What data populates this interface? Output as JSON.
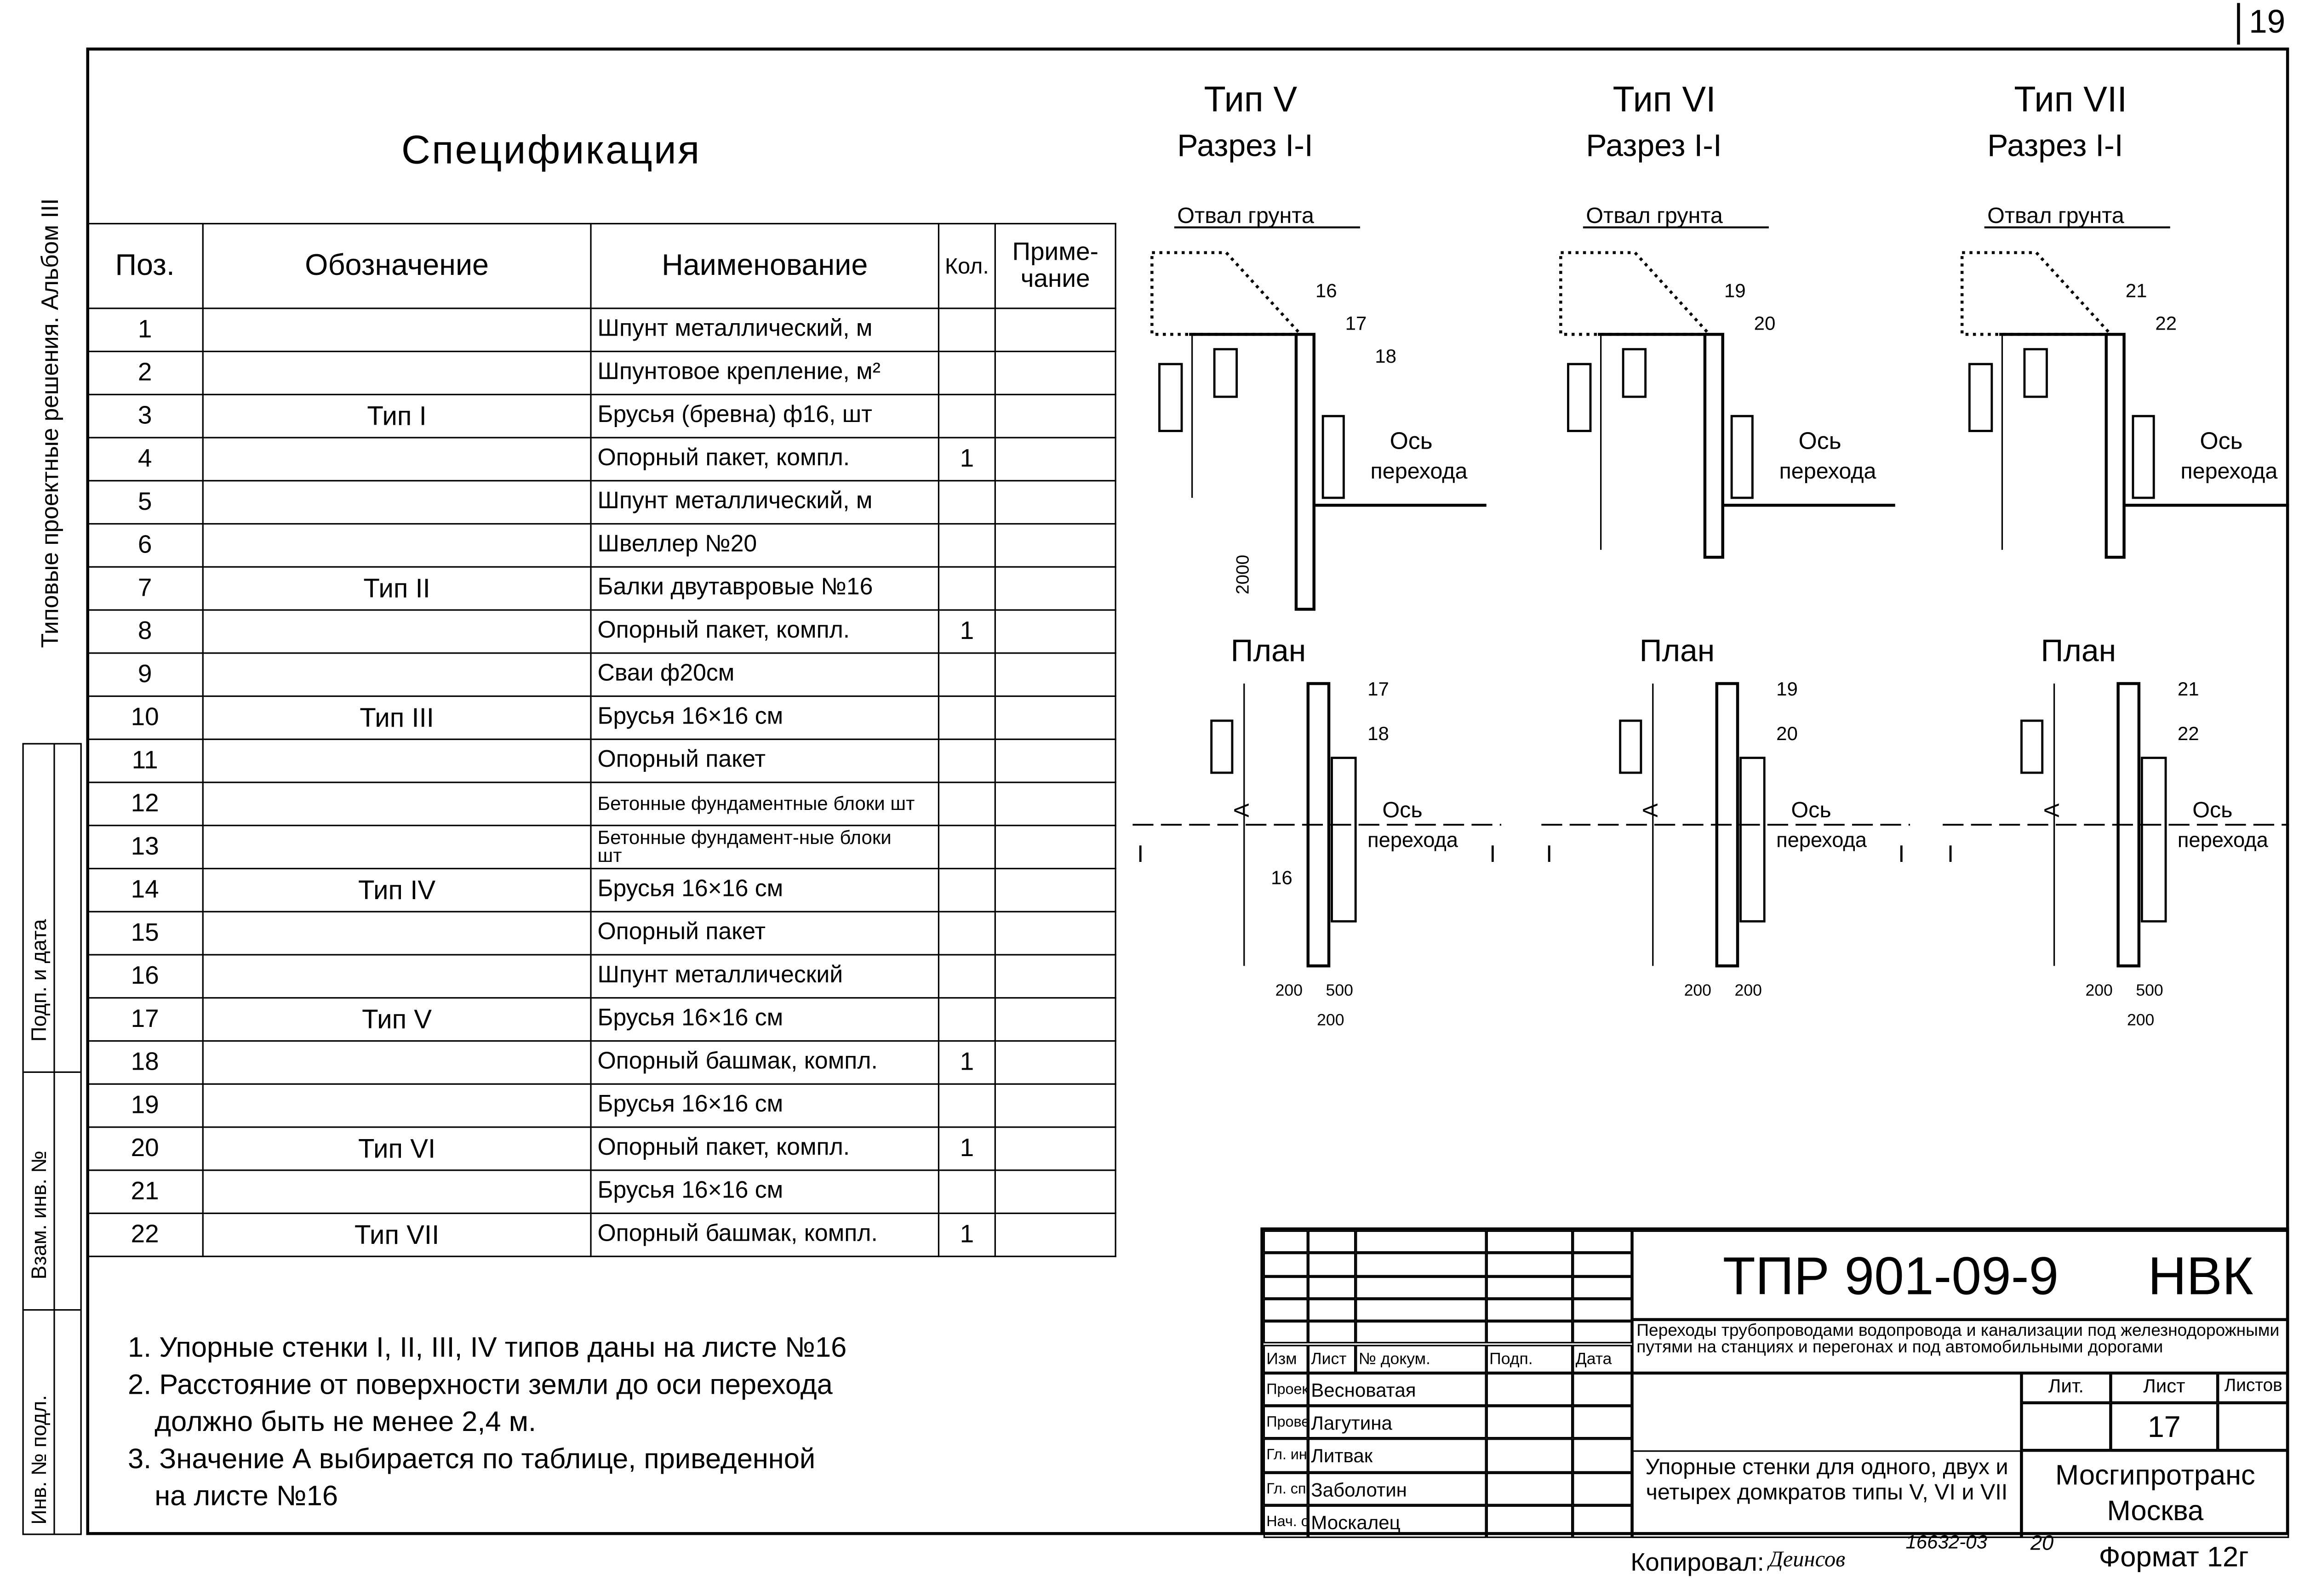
{
  "page_number": "19",
  "side_label": "Типовые проектные решения. Альбом III",
  "side_stamps": [
    "Подп. и дата",
    "Взам. инв. №",
    "Инв. № подл."
  ],
  "spec": {
    "title": "Спецификация",
    "headers": {
      "pos": "Поз.",
      "oboz": "Обозначение",
      "name": "Наименование",
      "kol": "Кол.",
      "prim": "Приме-чание"
    },
    "rows": [
      {
        "pos": "1",
        "oboz": "",
        "name": "Шпунт металлический, м",
        "kol": ""
      },
      {
        "pos": "2",
        "oboz": "",
        "name": "Шпунтовое крепление, м²",
        "kol": ""
      },
      {
        "pos": "3",
        "oboz": "Тип I",
        "name": "Брусья (бревна) ф16, шт",
        "kol": ""
      },
      {
        "pos": "4",
        "oboz": "",
        "name": "Опорный пакет, компл.",
        "kol": "1"
      },
      {
        "pos": "5",
        "oboz": "",
        "name": "Шпунт металлический, м",
        "kol": ""
      },
      {
        "pos": "6",
        "oboz": "",
        "name": "Швеллер №20",
        "kol": ""
      },
      {
        "pos": "7",
        "oboz": "Тип II",
        "name": "Балки двутавровые №16",
        "kol": ""
      },
      {
        "pos": "8",
        "oboz": "",
        "name": "Опорный пакет, компл.",
        "kol": "1"
      },
      {
        "pos": "9",
        "oboz": "",
        "name": "Сваи ф20см",
        "kol": ""
      },
      {
        "pos": "10",
        "oboz": "Тип III",
        "name": "Брусья 16×16 см",
        "kol": ""
      },
      {
        "pos": "11",
        "oboz": "",
        "name": "Опорный пакет",
        "kol": ""
      },
      {
        "pos": "12",
        "oboz": "",
        "name": "Бетонные фундаментные блоки шт",
        "kol": ""
      },
      {
        "pos": "13",
        "oboz": "",
        "name": "Бетонные фундамент-ные блоки шт",
        "kol": ""
      },
      {
        "pos": "14",
        "oboz": "Тип IV",
        "name": "Брусья 16×16 см",
        "kol": ""
      },
      {
        "pos": "15",
        "oboz": "",
        "name": "Опорный пакет",
        "kol": ""
      },
      {
        "pos": "16",
        "oboz": "",
        "name": "Шпунт металлический",
        "kol": ""
      },
      {
        "pos": "17",
        "oboz": "Тип V",
        "name": "Брусья 16×16 см",
        "kol": ""
      },
      {
        "pos": "18",
        "oboz": "",
        "name": "Опорный башмак, компл.",
        "kol": "1"
      },
      {
        "pos": "19",
        "oboz": "",
        "name": "Брусья 16×16 см",
        "kol": ""
      },
      {
        "pos": "20",
        "oboz": "Тип VI",
        "name": "Опорный пакет, компл.",
        "kol": "1"
      },
      {
        "pos": "21",
        "oboz": "",
        "name": "Брусья 16×16 см",
        "kol": ""
      },
      {
        "pos": "22",
        "oboz": "Тип VII",
        "name": "Опорный башмак, компл.",
        "kol": "1"
      }
    ]
  },
  "notes": [
    "1. Упорные стенки I, II, III, IV типов даны на листе №16",
    "2. Расстояние от поверхности земли до оси перехода",
    "должно быть не менее 2,4 м.",
    "3. Значение А выбирается по таблице, приведенной",
    "на листе №16"
  ],
  "drawings": [
    {
      "type": "Тип V",
      "section": "Разрез I-I",
      "soil": "Отвал грунта",
      "callouts": [
        "16",
        "17",
        "18"
      ],
      "axis": "Ось",
      "axis2": "перехода",
      "depth": "2000",
      "plan": "План",
      "plan_callouts": [
        "17",
        "18",
        "16"
      ],
      "dim_a": "А",
      "section_mark": "I",
      "dims": [
        "200",
        "500",
        "200"
      ]
    },
    {
      "type": "Тип VI",
      "section": "Разрез I-I",
      "soil": "Отвал грунта",
      "callouts": [
        "19",
        "20"
      ],
      "axis": "Ось",
      "axis2": "перехода",
      "plan": "План",
      "plan_callouts": [
        "19",
        "20"
      ],
      "dim_a": "А",
      "section_mark": "I",
      "dims": [
        "200",
        "200"
      ]
    },
    {
      "type": "Тип VII",
      "section": "Разрез I-I",
      "soil": "Отвал грунта",
      "callouts": [
        "21",
        "22"
      ],
      "axis": "Ось",
      "axis2": "перехода",
      "plan": "План",
      "plan_callouts": [
        "21",
        "22"
      ],
      "dim_a": "А",
      "section_mark": "I",
      "dims": [
        "200",
        "500",
        "200"
      ]
    }
  ],
  "title_block": {
    "code": "ТПР 901-09-9",
    "code_suffix": "НВК",
    "project": "Переходы трубопроводами водопровода и канализации под железнодорожными путями на станциях и перегонах и под автомобильными дорогами",
    "col_headers": [
      "Изм",
      "Лист",
      "№ докум.",
      "Подп.",
      "Дата"
    ],
    "roles": [
      {
        "role": "Проектир.",
        "name": "Весноватая"
      },
      {
        "role": "Проверил",
        "name": "Лагутина"
      },
      {
        "role": "Гл. инж. пр.",
        "name": "Литвак"
      },
      {
        "role": "Гл. спец.",
        "name": "Заболотин"
      },
      {
        "role": "Нач. отд.",
        "name": "Москалец"
      }
    ],
    "sheet_title": "Упорные стенки для одного, двух и четырех домкратов типы V, VI и VII",
    "lit_label": "Лит.",
    "sheet_label": "Лист",
    "sheets_label": "Листов",
    "sheet_no": "17",
    "org": "Мосгипротранс",
    "city": "Москва"
  },
  "footer": {
    "copied": "Копировал:",
    "order": "16632-03",
    "num": "20",
    "format": "Формат 12г"
  }
}
